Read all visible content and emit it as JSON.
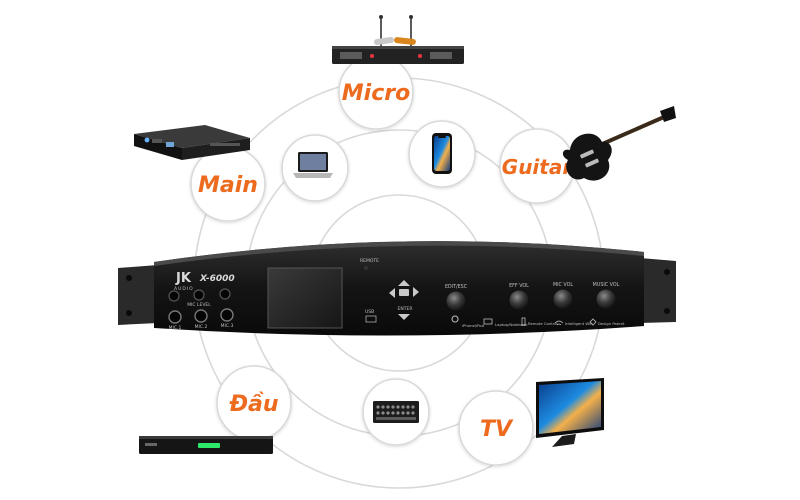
{
  "diagram": {
    "nodes": {
      "micro": {
        "label": "Micro"
      },
      "main": {
        "label": "Main"
      },
      "guitar": {
        "label": "Guitar"
      },
      "dau": {
        "label": "Đầu"
      },
      "tv": {
        "label": "TV"
      }
    },
    "center_device": {
      "brand": "JK",
      "brand_sub": "AUDIO",
      "model": "X-6000",
      "remote_label": "REMOTE",
      "usb_label": "USB",
      "enter_label": "ENTER",
      "mic_level_label": "MIC LEVEL",
      "mic_inputs": [
        "MIC.1",
        "MIC.2",
        "MIC.3"
      ],
      "knobs": [
        "EDIT/ESC",
        "EFF VOL",
        "MIC VOL",
        "MUSIC VOL"
      ],
      "features": [
        "iPhone/iPod",
        "Laptop/Notebook",
        "Remote Control",
        "Intelligent Wifi",
        "Design Patent"
      ]
    },
    "colors": {
      "label": "#ec6b1e",
      "ring": "#d9d9d9",
      "panel": "#1b1b1b"
    }
  }
}
